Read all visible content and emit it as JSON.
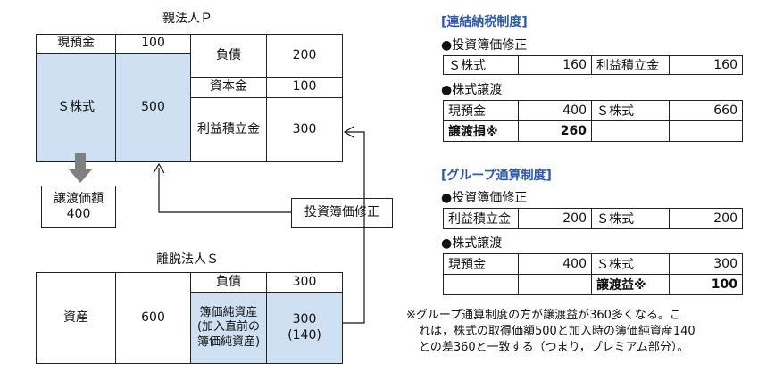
{
  "parent": {
    "title": "親法人Ｐ",
    "cash_label": "現預金",
    "cash_value": "100",
    "shares_label": "Ｓ株式",
    "shares_value": "500",
    "liab_label": "負債",
    "liab_value": "200",
    "capital_label": "資本金",
    "capital_value": "100",
    "retained_label": "利益積立金",
    "retained_value": "300"
  },
  "transfer_price": {
    "label": "譲渡価額",
    "value": "400"
  },
  "adjust_label": "投資簿価修正",
  "sub": {
    "title": "離脱法人Ｓ",
    "asset_label": "資産",
    "asset_value": "600",
    "liab_label": "負債",
    "liab_value": "300",
    "netasset_label": "簿価純資産\n(加入直前の\n簿価純資産)",
    "netasset_value": "300\n(140)"
  },
  "consolidated": {
    "header": "[連結納税制度]",
    "adjust_title": "●投資簿価修正",
    "adjust_row": {
      "a_label": "Ｓ株式",
      "a_value": "160",
      "b_label": "利益積立金",
      "b_value": "160"
    },
    "transfer_title": "●株式譲渡",
    "transfer_rows": [
      {
        "a_label": "現預金",
        "a_value": "400",
        "b_label": "Ｓ株式",
        "b_value": "660"
      },
      {
        "a_label": "譲渡損※",
        "a_value": "260",
        "b_label": "",
        "b_value": ""
      }
    ]
  },
  "group": {
    "header": "[グループ通算制度]",
    "adjust_title": "●投資簿価修正",
    "adjust_row": {
      "a_label": "利益積立金",
      "a_value": "200",
      "b_label": "Ｓ株式",
      "b_value": "200"
    },
    "transfer_title": "●株式譲渡",
    "transfer_rows": [
      {
        "a_label": "現預金",
        "a_value": "400",
        "b_label": "Ｓ株式",
        "b_value": "300"
      },
      {
        "a_label": "",
        "a_value": "",
        "b_label": "譲渡益※",
        "b_value": "100"
      }
    ]
  },
  "note": {
    "line1": "※グループ通算制度の方が譲渡益が360多くなる。こ",
    "line2": "れは，株式の取得価額500と加入時の簿価純資産140",
    "line3": "との差360と一致する（つまり，プレミアム部分）。"
  }
}
